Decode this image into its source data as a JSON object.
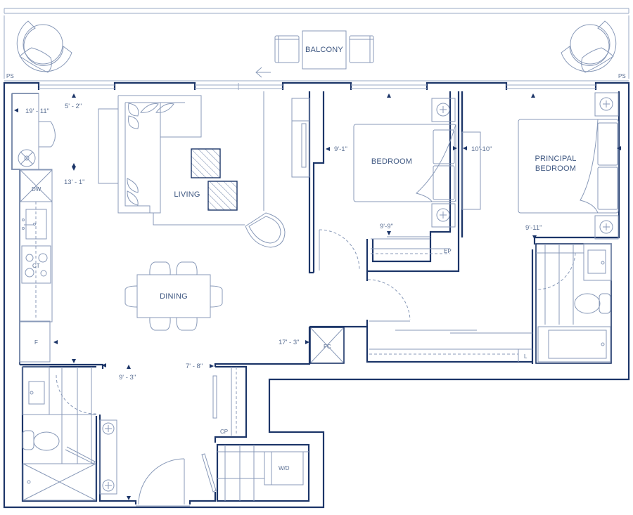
{
  "floorplan": {
    "colors": {
      "wall": "#1c3568",
      "furniture": "#8899b8",
      "label": "#3d5680",
      "background": "#ffffff"
    },
    "rooms": {
      "balcony": "BALCONY",
      "living": "LIVING",
      "dining": "DINING",
      "bedroom": "BEDROOM",
      "principal_bedroom_line1": "PRINCIPAL",
      "principal_bedroom_line2": "BEDROOM"
    },
    "fixtures": {
      "ps_left": "PS",
      "ps_right": "PS",
      "dishwasher": "DW",
      "cooktop": "CT",
      "fridge": "F",
      "fan_coil": "FC",
      "electrical_panel": "EP",
      "linen": "L",
      "coat_closet": "CP",
      "washer_dryer": "W/D"
    },
    "dimensions": {
      "kitchen_length": "19' - 11\"",
      "living_width": "5' - 2\"",
      "living_length": "13' - 1\"",
      "bedroom_width": "9'-1\"",
      "bedroom_length": "10'-10\"",
      "bedroom_closet": "9'-9\"",
      "principal_width": "9'-11\"",
      "dining_length": "17' - 3\"",
      "foyer_width": "7' - 8\"",
      "bath_width": "9' - 3\""
    }
  }
}
